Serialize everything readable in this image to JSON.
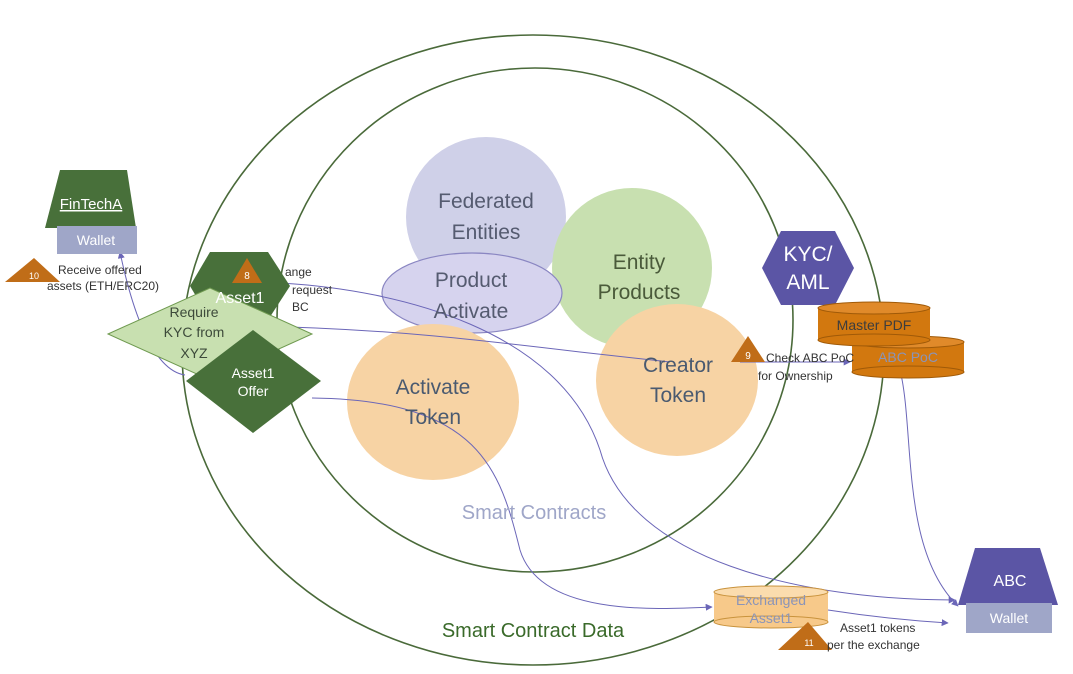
{
  "diagram": {
    "outer_ring_label": "Smart Contract Data",
    "inner_ring_label": "Smart Contracts",
    "federated": [
      "Federated",
      "Entities"
    ],
    "entity_products": [
      "Entity",
      "Products"
    ],
    "product_activate": [
      "Product",
      "Activate"
    ],
    "activate_token": [
      "Activate",
      "Token"
    ],
    "creator_token": [
      "Creator",
      "Token"
    ],
    "kyc": [
      "KYC/",
      "AML"
    ],
    "master_pdf": "Master PDF",
    "abc_poc": "ABC PoC",
    "fintech": {
      "title": "FinTechA",
      "wallet": "Wallet"
    },
    "abc": {
      "title": "ABC",
      "wallet": "Wallet"
    },
    "asset1": "Asset1",
    "asset1_offer": [
      "Asset1",
      "Offer"
    ],
    "require_kyc": [
      "Require",
      "KYC from",
      "XYZ"
    ],
    "exchanged": [
      "Exchanged",
      "Asset1"
    ],
    "step8": {
      "num": "8",
      "text": [
        "ange",
        "request",
        "BC"
      ]
    },
    "step9": {
      "num": "9",
      "text": [
        "Check ABC PoC",
        "for Ownership"
      ]
    },
    "step10": {
      "num": "10",
      "text": [
        "Receive offered",
        "assets (ETH/ERC20)"
      ]
    },
    "step11": {
      "num": "11",
      "text": [
        "Asset1 tokens",
        "per the exchange"
      ]
    }
  },
  "colors": {
    "ring": "#4a6a3a",
    "federated": "#cfd0e8",
    "product_activate": "#d6d3ee",
    "entity_products": "#c8e0b0",
    "token": "#f7d3a4",
    "kyc": "#5b55a5",
    "cylinder": "#d2780f",
    "fintech": "#48703a",
    "wallet": "#9fa6c8",
    "abc": "#5b55a5",
    "triangle": "#c06d18",
    "connector": "#6b66b8"
  }
}
